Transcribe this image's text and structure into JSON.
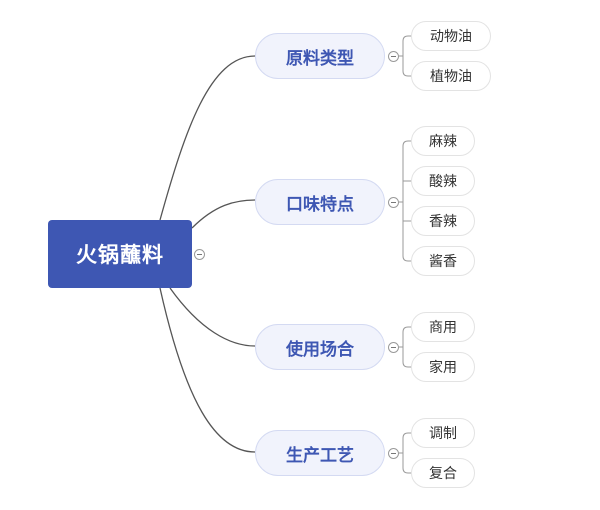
{
  "mindmap": {
    "root": {
      "label": "火锅蘸料"
    },
    "branches": [
      {
        "label": "原料类型",
        "children": [
          "动物油",
          "植物油"
        ]
      },
      {
        "label": "口味特点",
        "children": [
          "麻辣",
          "酸辣",
          "香辣",
          "酱香"
        ]
      },
      {
        "label": "使用场合",
        "children": [
          "商用",
          "家用"
        ]
      },
      {
        "label": "生产工艺",
        "children": [
          "调制",
          "复合"
        ]
      }
    ]
  },
  "colors": {
    "root_fill": "#3e57b3",
    "branch_fill": "#f1f3fc",
    "branch_text": "#3e57b3",
    "connector": "#555555"
  }
}
